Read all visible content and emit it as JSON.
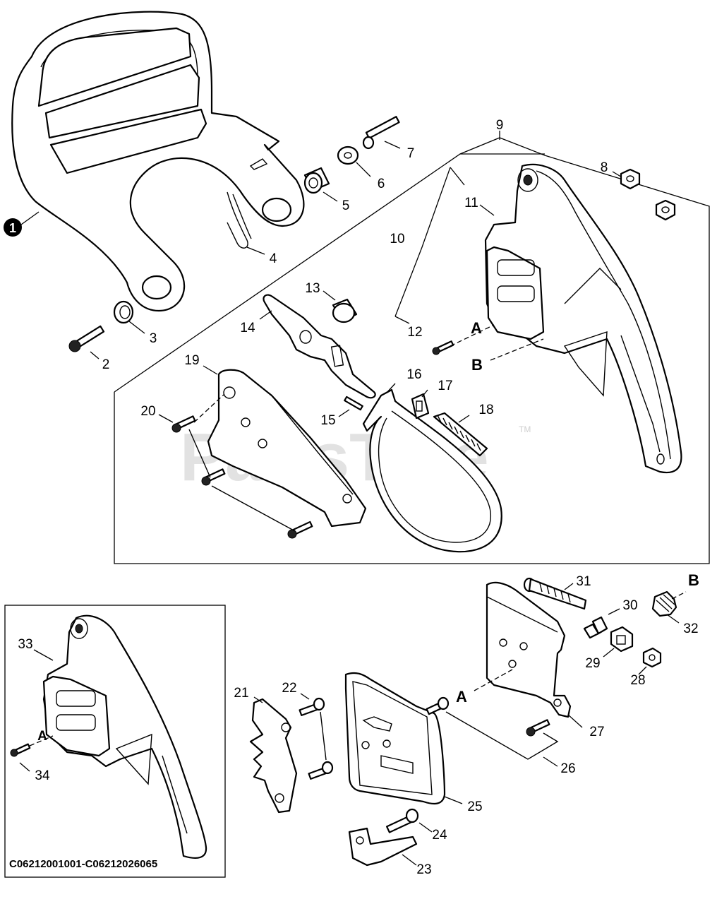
{
  "watermark": {
    "text": "PartsTree",
    "tm": "TM"
  },
  "callout_numbers": {
    "n1": "1",
    "n2": "2",
    "n3": "3",
    "n4": "4",
    "n5": "5",
    "n6": "6",
    "n7": "7",
    "n8": "8",
    "n9": "9",
    "n10": "10",
    "n11": "11",
    "n12": "12",
    "n13": "13",
    "n14": "14",
    "n15": "15",
    "n16": "16",
    "n17": "17",
    "n18": "18",
    "n19": "19",
    "n20": "20",
    "n21": "21",
    "n22": "22",
    "n23": "23",
    "n24": "24",
    "n25": "25",
    "n26": "26",
    "n27": "27",
    "n28": "28",
    "n29": "29",
    "n30": "30",
    "n31": "31",
    "n32": "32",
    "n33": "33",
    "n34": "34"
  },
  "reference_markers": {
    "a": "A",
    "b": "B",
    "a_small": "A"
  },
  "serial_range": "C06212001001-C06212026065"
}
